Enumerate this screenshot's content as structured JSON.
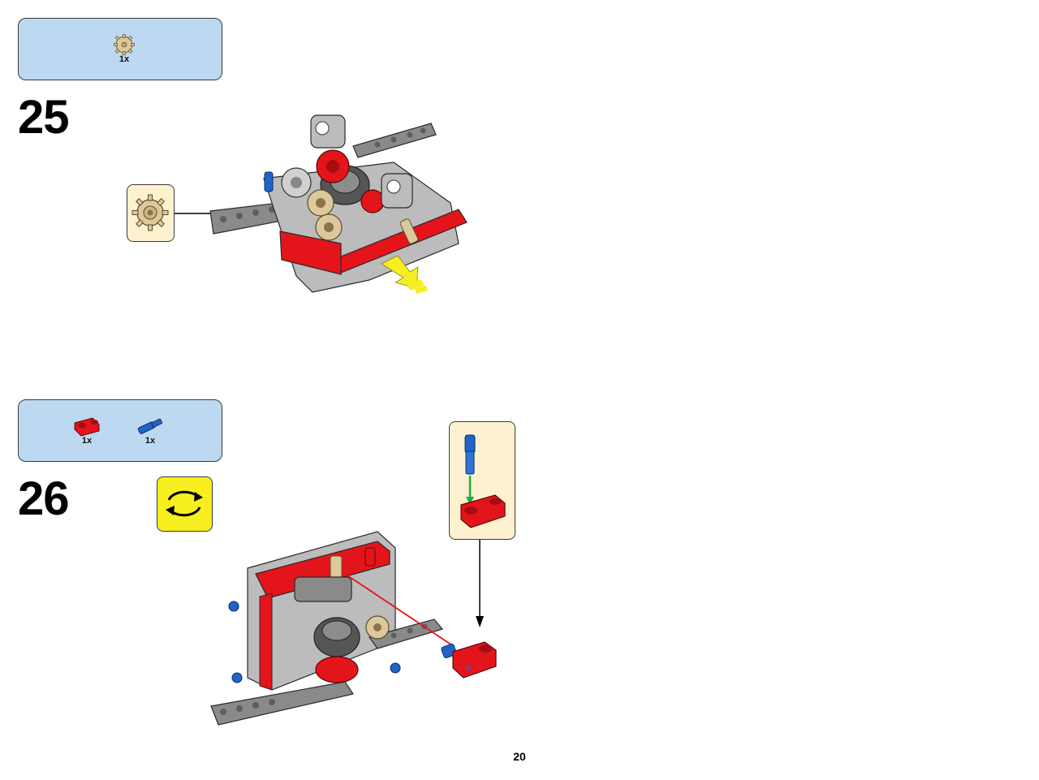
{
  "page": {
    "number": "20"
  },
  "steps": [
    {
      "number": "25",
      "parts": [
        {
          "name": "tan-gear-icon",
          "qty": "1x"
        }
      ]
    },
    {
      "number": "26",
      "parts": [
        {
          "name": "red-cross-block-icon",
          "qty": "1x"
        },
        {
          "name": "blue-axle-pin-icon",
          "qty": "1x"
        }
      ],
      "rotate_hint": "rotate-model-icon"
    }
  ],
  "colors": {
    "parts_box": "#bdd9f2",
    "callout": "#fdf1cf",
    "rotate_box": "#f7ee1f",
    "red": "#e4141b",
    "blue": "#1f64c8",
    "tan": "#dcc89a",
    "gray": "#8c8c8c",
    "arrow_yellow": "#f5ee23",
    "arrow_green": "#1fae3c"
  }
}
